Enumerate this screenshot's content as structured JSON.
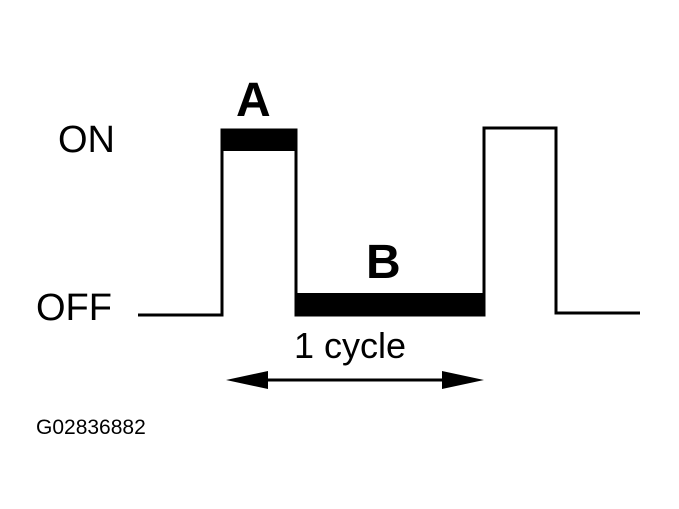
{
  "labels": {
    "on": "ON",
    "off": "OFF",
    "segment_a": "A",
    "segment_b": "B",
    "cycle": "1 cycle"
  },
  "figure_code": "G02836882",
  "colors": {
    "stroke": "#000000",
    "background": "#ffffff"
  }
}
